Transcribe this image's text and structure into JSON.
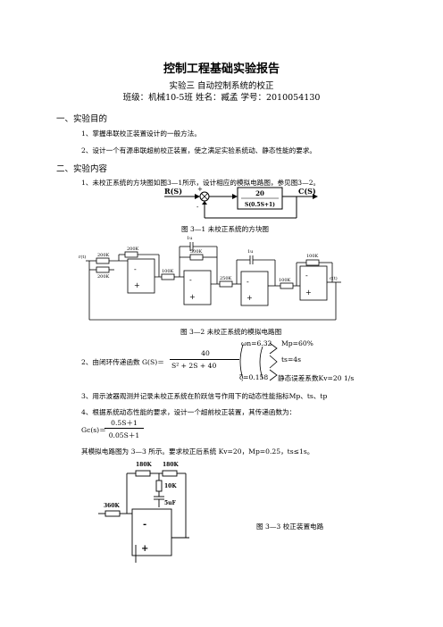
{
  "doc": {
    "title": "控制工程基础实验报告",
    "experiment": "实验三   自动控制系统的校正",
    "info": "班级：机械10-5班    姓名：臧孟    学号：2010054130"
  },
  "section1": {
    "heading": "一、实验目的",
    "items": [
      "1、掌握串联校正装置设计的一般方法。",
      "2、设计一个有源串联超前校正装置，使之满足实验系统动、静态性能的要求。"
    ]
  },
  "section2": {
    "heading": "二、实验内容",
    "item1": "1、未校正系统的方块图如图3—1所示，设计相应的模拟电路图，参见图3—2。",
    "fig1": {
      "caption": "图 3—1  未校正系统的方块图",
      "input": "R(S)",
      "output": "C(S)",
      "plus": "+",
      "minus": "-",
      "num": "20",
      "den": "S(0.5S+1)"
    },
    "fig2": {
      "caption": "图 3—2   未校正系统的模拟电路图",
      "r1": "200K",
      "r2": "200K",
      "r3": "200K",
      "r4": "100K",
      "r5": "500K",
      "r6": "250K",
      "r7": "100K",
      "r8": "100K",
      "c1": "1u",
      "c2": "1u",
      "input": "r(t)",
      "output": "c(t)"
    },
    "item2": {
      "prefix": "2、由闭环传递函数 G(S)＝",
      "num": "40",
      "den": "S² + 2S + 40",
      "wn": "ωn=6.32",
      "zeta": "ζ=0.158",
      "mp": "Mp=60%",
      "ts": "ts=4s",
      "kv": "静态误差系数Kv=20 1/s"
    },
    "item3": "3、用示波器观测并记录未校正系统在阶跃信号作用下的动态性能指标Mp、ts、tp",
    "item4": "4、根据系统动态性能的要求，设计一个超前校正装置，其传递函数为：",
    "gc": {
      "label": "Gc(s)＝",
      "num": "0.5S＋1",
      "den": "0.05S＋1"
    },
    "item5": "其模拟电路图为 3—3 所示。要求校正后系统 Kv=20，Mp=0.25，ts≤1s。",
    "fig3": {
      "caption": "图 3—3  校正装置电路",
      "r1": "180K",
      "r2": "180K",
      "r3": "10K",
      "c": "5uF",
      "rin": "360K"
    }
  }
}
